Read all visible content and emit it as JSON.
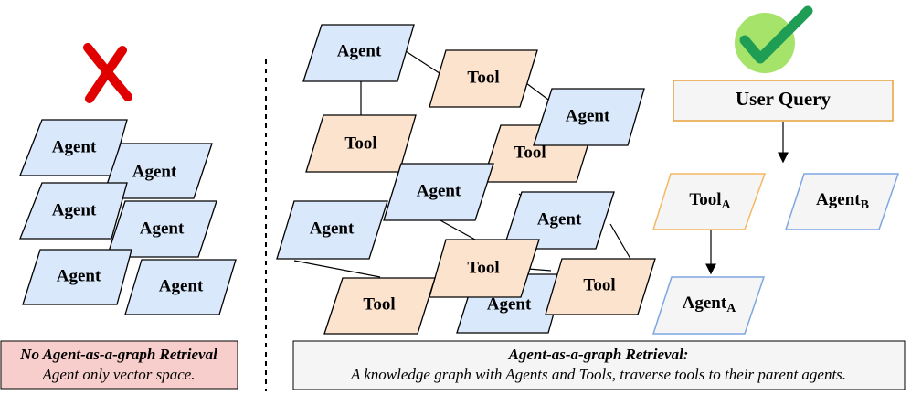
{
  "left_panel": {
    "agents": [
      "Agent",
      "Agent",
      "Agent",
      "Agent",
      "Agent",
      "Agent"
    ],
    "caption_title": "No Agent-as-a-graph Retrieval",
    "caption_text": "Agent only vector space.",
    "status_icon": "cross-icon"
  },
  "middle_graph": {
    "agents": [
      "Agent",
      "Agent",
      "Agent",
      "Agent",
      "Agent",
      "Agent"
    ],
    "tools": [
      "Tool",
      "Tool",
      "Tool",
      "Tool",
      "Tool",
      "Tool"
    ]
  },
  "right_panel": {
    "status_icon": "check-icon",
    "query_label": "User Query",
    "tool_a": {
      "label": "Tool",
      "subscript": "A"
    },
    "agent_b": {
      "label": "Agent",
      "subscript": "B"
    },
    "agent_a": {
      "label": "Agent",
      "subscript": "A"
    }
  },
  "bottom_caption": {
    "title": "Agent-as-a-graph Retrieval:",
    "text": "A knowledge graph with Agents and Tools, traverse tools to their parent agents."
  },
  "colors": {
    "agent_fill": "#dae8fc",
    "tool_fill": "#fbe3cd",
    "query_border": "#e6a23c",
    "tool_a_border": "#f5b862",
    "agent_outline_light": "#7ea6e0",
    "caption_left_fill": "#f8cecc",
    "caption_right_fill": "#f5f5f5",
    "check_green": "#1f9d55",
    "check_circle": "#a6e36b",
    "cross_red": "#e00000"
  }
}
